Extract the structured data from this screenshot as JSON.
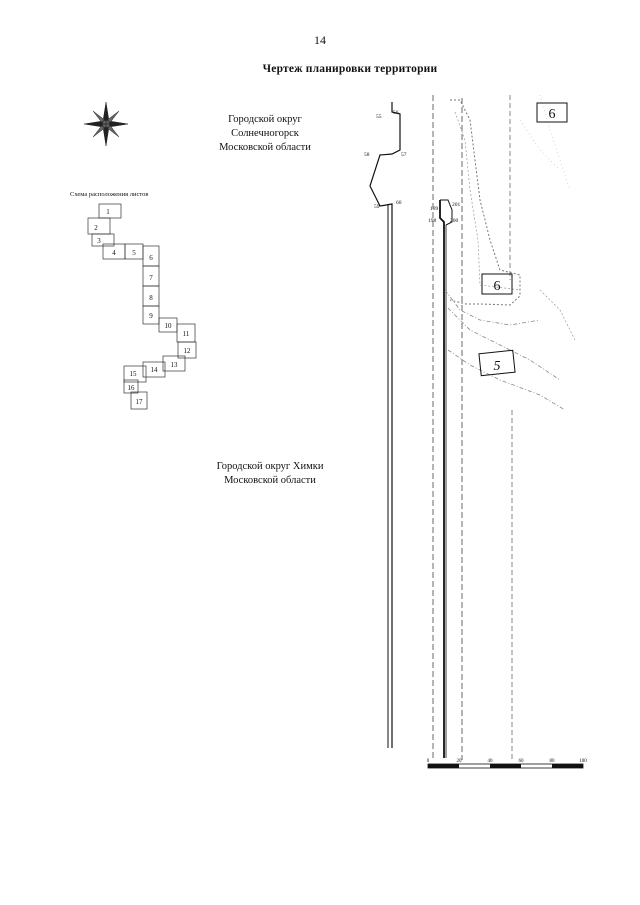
{
  "page": {
    "number": "14",
    "title": "Чертеж планировки территории"
  },
  "regions": [
    {
      "lines": [
        "Городской округ",
        "Солнечногорск",
        "Московской области"
      ]
    },
    {
      "lines": [
        "Городской округ Химки",
        "Московской области"
      ]
    }
  ],
  "sheet_scheme": {
    "label": "Схема расположения листов",
    "sheets": [
      "1",
      "2",
      "3",
      "4",
      "5",
      "6",
      "7",
      "8",
      "9",
      "10",
      "11",
      "12",
      "13",
      "14",
      "15",
      "16",
      "17"
    ]
  },
  "map": {
    "point_labels": [
      "55",
      "56",
      "57",
      "58",
      "59",
      "60",
      "198",
      "199",
      "200",
      "201"
    ],
    "zone_labels": [
      "6",
      "6",
      "5"
    ]
  },
  "scale_bar": {
    "ticks": [
      "0",
      "20",
      "40",
      "60",
      "80",
      "100"
    ]
  },
  "icons": {
    "compass": "compass-rose-icon"
  }
}
